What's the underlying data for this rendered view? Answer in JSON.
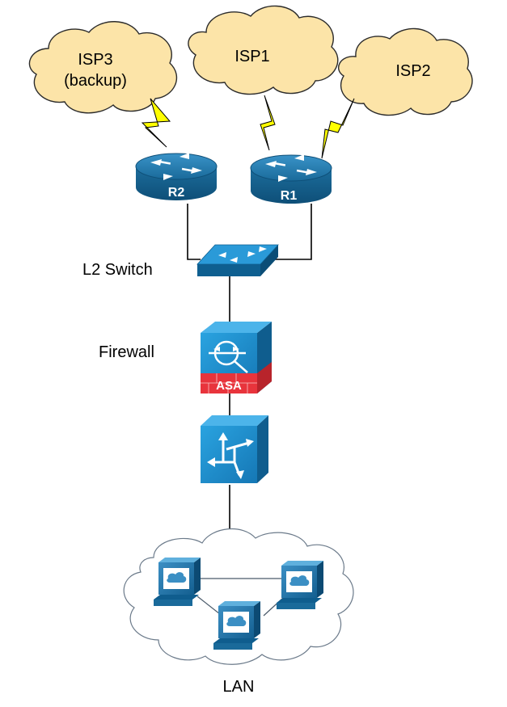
{
  "clouds": {
    "isp3": {
      "line1": "ISP3",
      "line2": "(backup)"
    },
    "isp1": {
      "label": "ISP1"
    },
    "isp2": {
      "label": "ISP2"
    },
    "lan": {
      "label": "LAN"
    }
  },
  "routers": {
    "r1": {
      "label": "R1"
    },
    "r2": {
      "label": "R2"
    }
  },
  "devices": {
    "switch_label": "L2 Switch",
    "firewall_label": "Firewall",
    "firewall_badge": "ASA"
  },
  "colors": {
    "isp_cloud_fill": "#fce4a8",
    "router_blue": "#1a6a9a",
    "device_blue": "#1e8fd0",
    "asa_red": "#e8343c",
    "wan_bolt": "#ffff00"
  },
  "icons": {
    "router": "router-icon",
    "switch": "switch-icon",
    "firewall": "asa-firewall-icon",
    "l3_device": "multilayer-switch-icon",
    "workstation": "workstation-icon",
    "wan_link": "lightning-bolt-icon"
  }
}
